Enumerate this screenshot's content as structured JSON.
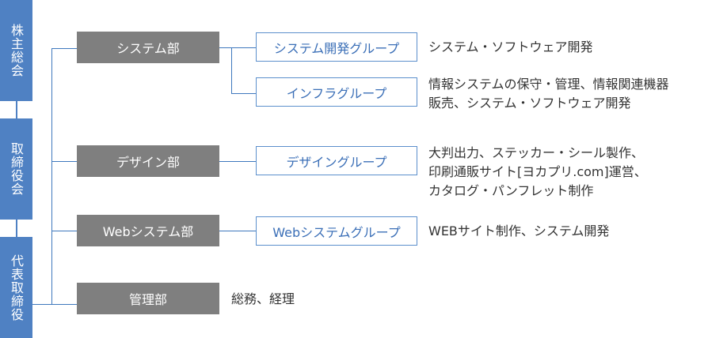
{
  "left_column": {
    "shareholders": "株主総会",
    "board": "取締役会",
    "ceo": "代表取締役"
  },
  "departments": [
    {
      "name": "システム部",
      "groups": [
        {
          "name": "システム開発グループ",
          "desc": [
            "システム・ソフトウェア開発"
          ]
        },
        {
          "name": "インフラグループ",
          "desc": [
            "情報システムの保守・管理、情報関連機器",
            "販売、システム・ソフトウェア開発"
          ]
        }
      ]
    },
    {
      "name": "デザイン部",
      "groups": [
        {
          "name": "デザイングループ",
          "desc": [
            "大判出力、ステッカー・シール製作、",
            "印刷通販サイト[ヨカプリ.com]運営、",
            "カタログ・パンフレット制作"
          ]
        }
      ]
    },
    {
      "name": "Webシステム部",
      "groups": [
        {
          "name": "Webシステムグループ",
          "desc": [
            "WEBサイト制作、システム開発"
          ]
        }
      ]
    },
    {
      "name": "管理部",
      "note": "総務、経理"
    }
  ],
  "colors": {
    "executive_box": "#4f81c3",
    "department_box": "#7f7f7f",
    "group_border": "#5b8fcc",
    "group_text": "#3b6fb7",
    "connector": "#3e78bd"
  }
}
